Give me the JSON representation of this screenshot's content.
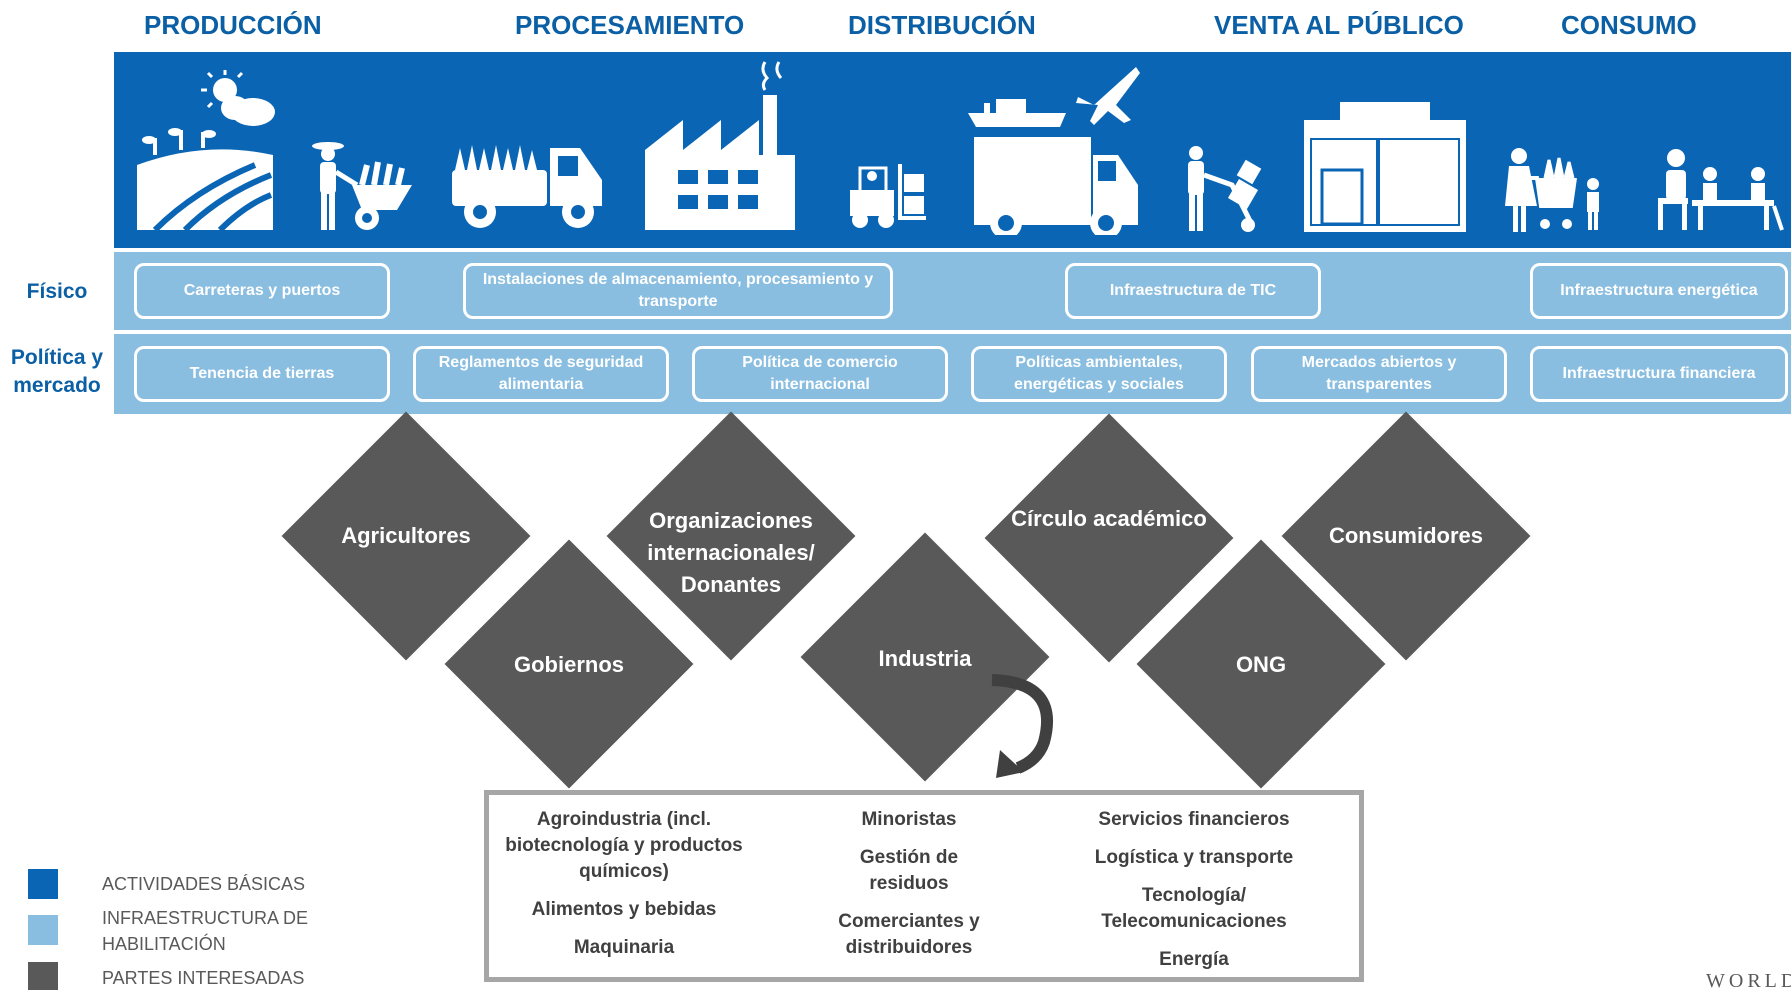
{
  "stages": [
    "PRODUCCIÓN",
    "PROCESAMIENTO",
    "DISTRIBUCIÓN",
    "VENTA AL PÚBLICO",
    "CONSUMO"
  ],
  "icons": [
    "sun-cloud-field",
    "farmer-wheelbarrow",
    "harvest-truck",
    "factory",
    "forklift",
    "ship-plane-truck",
    "hand-truck-worker",
    "storefront",
    "shopper-cart",
    "family-table"
  ],
  "rows": {
    "physical_label": "Físico",
    "policy_label": "Política y mercado"
  },
  "physical": [
    "Carreteras y puertos",
    "Instalaciones de almacenamiento, procesamiento y transporte",
    "Infraestructura de TIC",
    "Infraestructura energética"
  ],
  "policy": [
    "Tenencia de tierras",
    "Reglamentos de seguridad alimentaria",
    "Política de comercio internacional",
    "Políticas ambientales, energéticas y sociales",
    "Mercados abiertos y transparentes",
    "Infraestructura financiera"
  ],
  "stakeholders": [
    "Agricultores",
    "Gobiernos",
    "Organizaciones internacionales/ Donantes",
    "Industria",
    "Círculo académico",
    "ONG",
    "Consumidores"
  ],
  "industry": {
    "col1": [
      "Agroindustria (incl. biotecnología y productos químicos)",
      "Alimentos y bebidas",
      "Maquinaria"
    ],
    "col2": [
      "Minoristas",
      "Gestión de residuos",
      "Comerciantes y distribuidores"
    ],
    "col3": [
      "Servicios financieros",
      "Logística y transporte",
      "Tecnología/ Telecomunicaciones",
      "Energía"
    ]
  },
  "legend": [
    {
      "label": "ACTIVIDADES BÁSICAS",
      "color": "#0a66b5"
    },
    {
      "label": "INFRAESTRUCTURA DE HABILITACIÓN",
      "color": "#8abee1"
    },
    {
      "label": "PARTES INTERESADAS",
      "color": "#595959"
    }
  ],
  "logo": "WORLD",
  "colors": {
    "core": "#0a66b5",
    "enabling": "#8abee1",
    "stakeholder": "#595959",
    "heading": "#0b5fa5"
  }
}
